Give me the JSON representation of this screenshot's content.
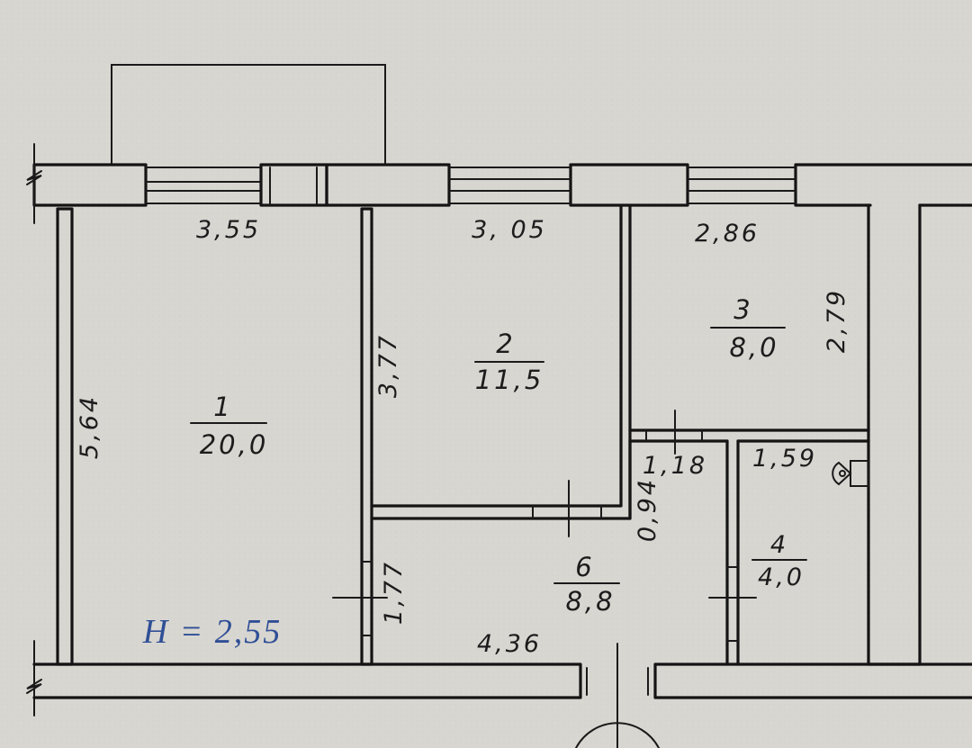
{
  "plan": {
    "height_label": "H = 2,55",
    "rooms": [
      {
        "number": "1",
        "area": "20,0"
      },
      {
        "number": "2",
        "area": "11,5"
      },
      {
        "number": "3",
        "area": "8,0"
      },
      {
        "number": "4",
        "area": "4,0"
      },
      {
        "number": "6",
        "area": "8,8"
      }
    ],
    "dimensions": {
      "room1_width": "3,55",
      "room1_length": "5,64",
      "room2_width": "3, 05",
      "room2_length": "3,77",
      "room3_width": "2,86",
      "room3_length": "2,79",
      "corridor_width": "4,36",
      "corridor_length": "1,77",
      "closet_width": "1,18",
      "closet_length": "0,94",
      "bathroom_width": "1,59"
    }
  }
}
